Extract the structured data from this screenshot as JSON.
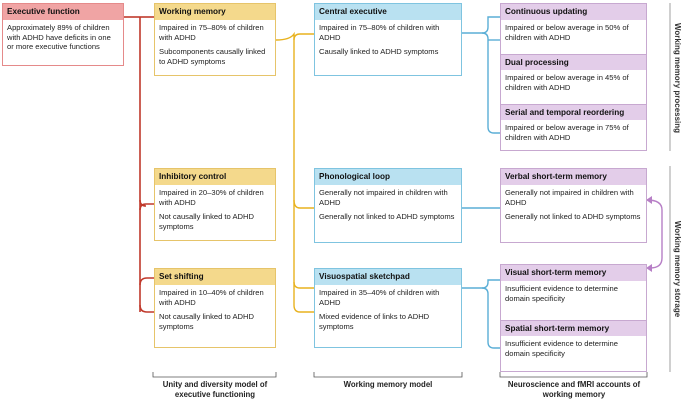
{
  "executive_function": {
    "title": "Executive function",
    "text": "Approximately 89% of children with ADHD have deficits in one or more executive functions"
  },
  "unity_column": {
    "caption": "Unity and diversity model of executive functioning",
    "boxes": [
      {
        "title": "Working memory",
        "lines": [
          "Impaired in 75–80% of children with ADHD",
          "Subcomponents causally linked to ADHD symptoms"
        ]
      },
      {
        "title": "Inhibitory control",
        "lines": [
          "Impaired in 20–30% of children with ADHD",
          "Not causally linked to ADHD symptoms"
        ]
      },
      {
        "title": "Set shifting",
        "lines": [
          "Impaired in 10–40% of children with ADHD",
          "Not causally linked to ADHD symptoms"
        ]
      }
    ]
  },
  "wm_model_column": {
    "caption": "Working memory model",
    "boxes": [
      {
        "title": "Central executive",
        "lines": [
          "Impaired in 75–80% of children with ADHD",
          "Causally linked to ADHD symptoms"
        ]
      },
      {
        "title": "Phonological loop",
        "lines": [
          "Generally not impaired in children with ADHD",
          "Generally not linked to ADHD symptoms"
        ]
      },
      {
        "title": "Visuospatial sketchpad",
        "lines": [
          "Impaired in 35–40% of children with ADHD",
          "Mixed evidence of links to ADHD symptoms"
        ]
      }
    ]
  },
  "neuro_column": {
    "caption": "Neuroscience and fMRI accounts of working memory",
    "processing": [
      {
        "title": "Continuous updating",
        "text": "Impaired or below average in 50% of children with ADHD"
      },
      {
        "title": "Dual processing",
        "text": "Impaired or below average in 45% of children with ADHD"
      },
      {
        "title": "Serial and temporal reordering",
        "text": "Impaired or below average in 75% of children with ADHD"
      }
    ],
    "verbal": {
      "title": "Verbal short-term memory",
      "lines": [
        "Generally not impaired in children with ADHD",
        "Generally not linked to ADHD symptoms"
      ]
    },
    "visuospatial": [
      {
        "title": "Visual short-term memory",
        "text": "Insufficient evidence to determine domain specificity"
      },
      {
        "title": "Spatial short-term memory",
        "text": "Insufficient evidence to determine domain specificity"
      }
    ]
  },
  "side_labels": {
    "processing": "Working memory processing",
    "storage": "Working memory storage"
  },
  "colors": {
    "executive_function": "#f0a4a4",
    "executive_line": "#c0392b",
    "unity": "#f4d98c",
    "unity_line": "#e8b21f",
    "wm_model": "#b9e1f1",
    "wm_model_line": "#5aaed6",
    "neuro": "#e3cde9",
    "neuro_line": "#b77fc6"
  }
}
